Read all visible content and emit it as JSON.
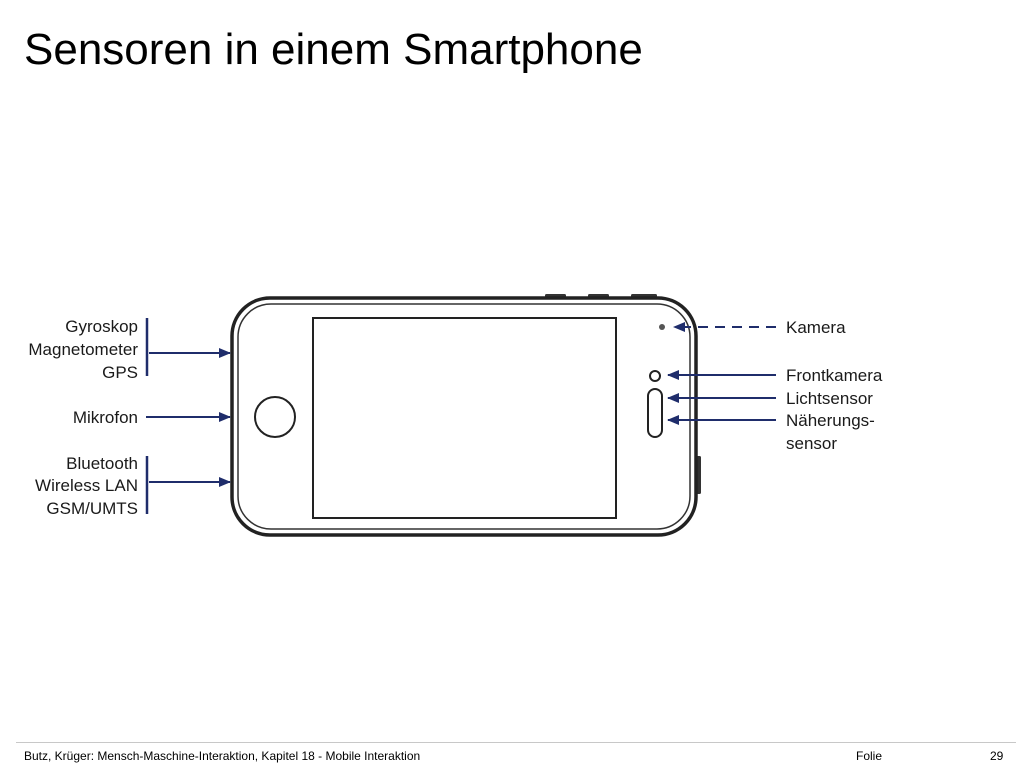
{
  "slide": {
    "title": "Sensoren in einem Smartphone"
  },
  "diagram": {
    "left_labels": {
      "group1": [
        "Gyroskop",
        "Magnetometer",
        "GPS"
      ],
      "mikrofon": "Mikrofon",
      "group2": [
        "Bluetooth",
        "Wireless LAN",
        "GSM/UMTS"
      ]
    },
    "right_labels": {
      "kamera": "Kamera",
      "frontkamera": "Frontkamera",
      "lichtsensor": "Lichtsensor",
      "naeherung": [
        "Näherungs-",
        "sensor"
      ]
    },
    "colors": {
      "arrow": "#1f2d6b",
      "outline": "#222222"
    }
  },
  "footer": {
    "citation": "Butz, Krüger: Mensch-Maschine-Interaktion, Kapitel 18 - Mobile Interaktion",
    "folie_label": "Folie",
    "page_number": "29"
  }
}
